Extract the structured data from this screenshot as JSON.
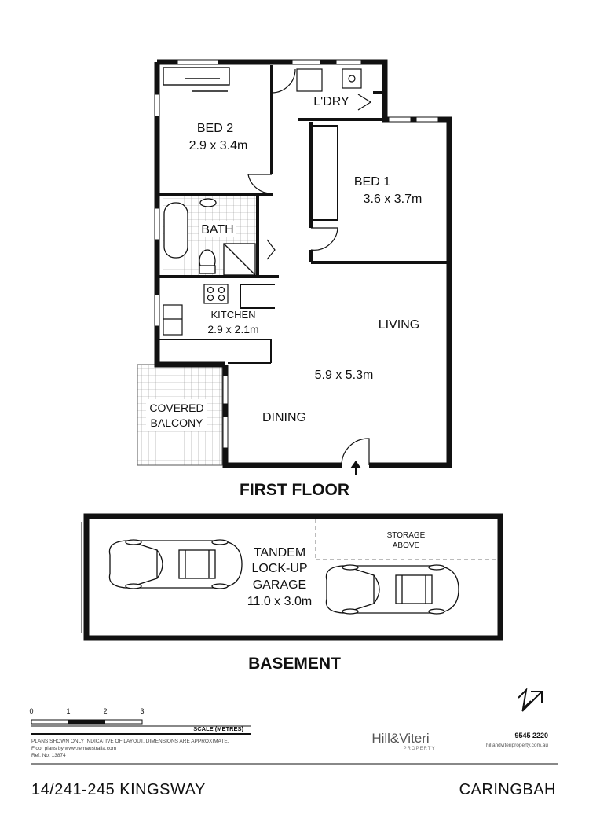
{
  "first_floor": {
    "heading": "FIRST FLOOR",
    "rooms": {
      "bed2_name": "BED 2",
      "bed2_size": "2.9 x 3.4m",
      "laundry_name": "L'DRY",
      "bed1_name": "BED 1",
      "bed1_size": "3.6 x 3.7m",
      "bath_name": "BATH",
      "kitchen_name": "KITCHEN",
      "kitchen_size": "2.9 x 2.1m",
      "living_name": "LIVING",
      "living_size": "5.9 x 5.3m",
      "dining_name": "DINING",
      "balcony_line1": "COVERED",
      "balcony_line2": "BALCONY"
    }
  },
  "basement": {
    "heading": "BASEMENT",
    "storage_line1": "STORAGE",
    "storage_line2": "ABOVE",
    "garage_line1": "TANDEM",
    "garage_line2": "LOCK-UP",
    "garage_line3": "GARAGE",
    "garage_line4": "11.0 x 3.0m"
  },
  "scale_bar": {
    "ticks": [
      "0",
      "1",
      "2",
      "3"
    ],
    "label": "SCALE (METRES)"
  },
  "disclaimer": {
    "line1": "PLANS SHOWN ONLY INDICATIVE OF LAYOUT. DIMENSIONS ARE APPROXIMATE.",
    "line2": "Floor plans by www.remaustralia.com",
    "line3": "Ref. No: 13874"
  },
  "agency": {
    "logo_text": "Hill&Viteri",
    "logo_sub": "PROPERTY",
    "phone": "9545 2220",
    "website": "hillandviteriproperty.com.au"
  },
  "compass": {
    "letter": "N"
  },
  "footer": {
    "address": "14/241-245 KINGSWAY",
    "suburb": "CARINGBAH"
  }
}
